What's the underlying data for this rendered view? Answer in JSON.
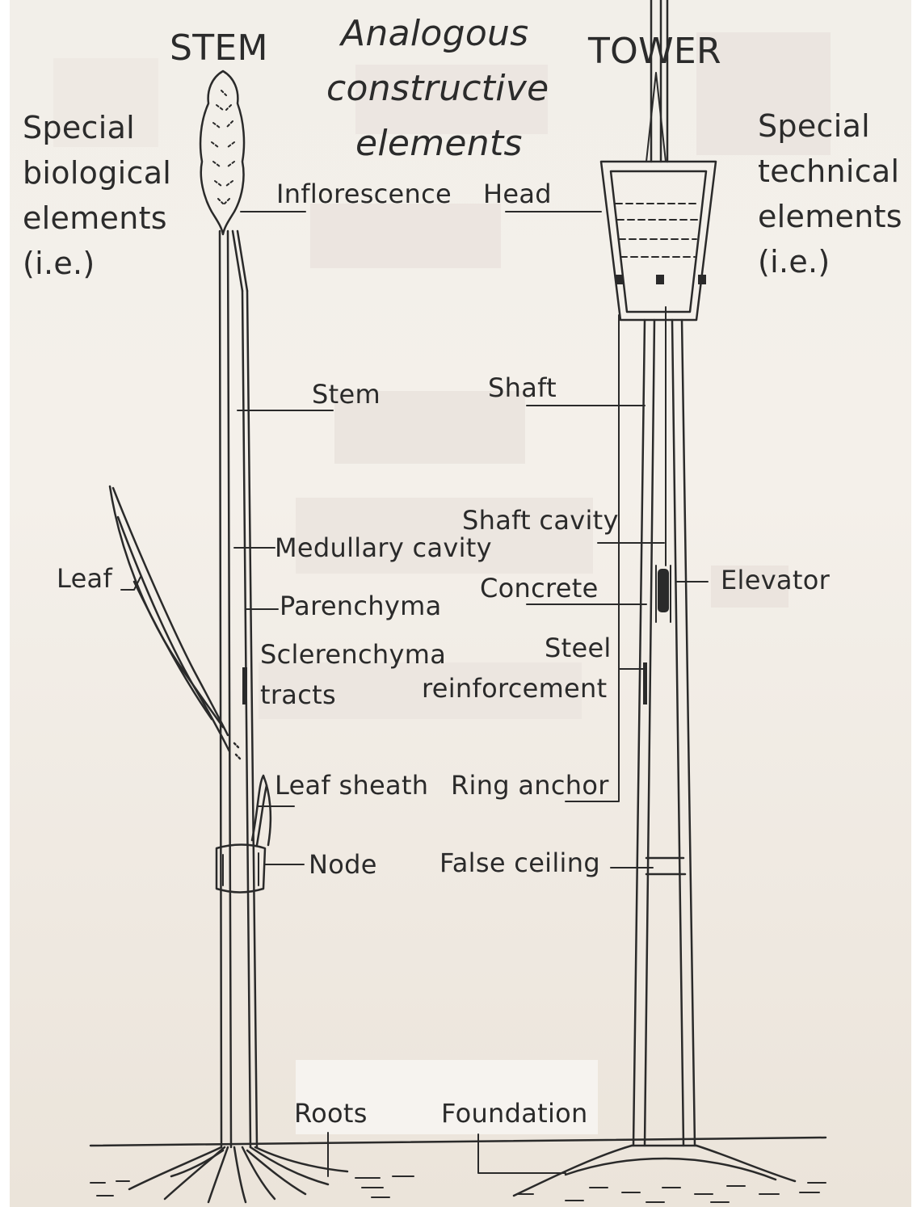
{
  "headings": {
    "stem": "STEM",
    "tower": "TOWER",
    "analogous_line1": "Analogous",
    "analogous_line2": "constructive",
    "analogous_line3": "elements"
  },
  "side_notes": {
    "left": [
      "Special",
      "biological",
      "elements",
      "(i.e.)"
    ],
    "right": [
      "Special",
      "technical",
      "elements",
      "(i.e.)"
    ]
  },
  "stem_labels": {
    "inflorescence": "Inflorescence",
    "stem": "Stem",
    "medullary_cavity": "Medullary cavity",
    "leaf": "Leaf",
    "parenchyma": "Parenchyma",
    "sclerenchyma_1": "Sclerenchyma",
    "sclerenchyma_2": "tracts",
    "leaf_sheath": "Leaf sheath",
    "node": "Node",
    "roots": "Roots"
  },
  "tower_labels": {
    "head": "Head",
    "shaft": "Shaft",
    "shaft_cavity": "Shaft cavity",
    "concrete": "Concrete",
    "elevator": "Elevator",
    "steel_1": "Steel",
    "steel_2": "reinforcement",
    "ring_anchor": "Ring anchor",
    "false_ceiling": "False ceiling",
    "foundation": "Foundation"
  },
  "colors": {
    "ink": "#2a2a2a",
    "paper": "#f2efe9",
    "placeholder": "#ece6e0"
  }
}
